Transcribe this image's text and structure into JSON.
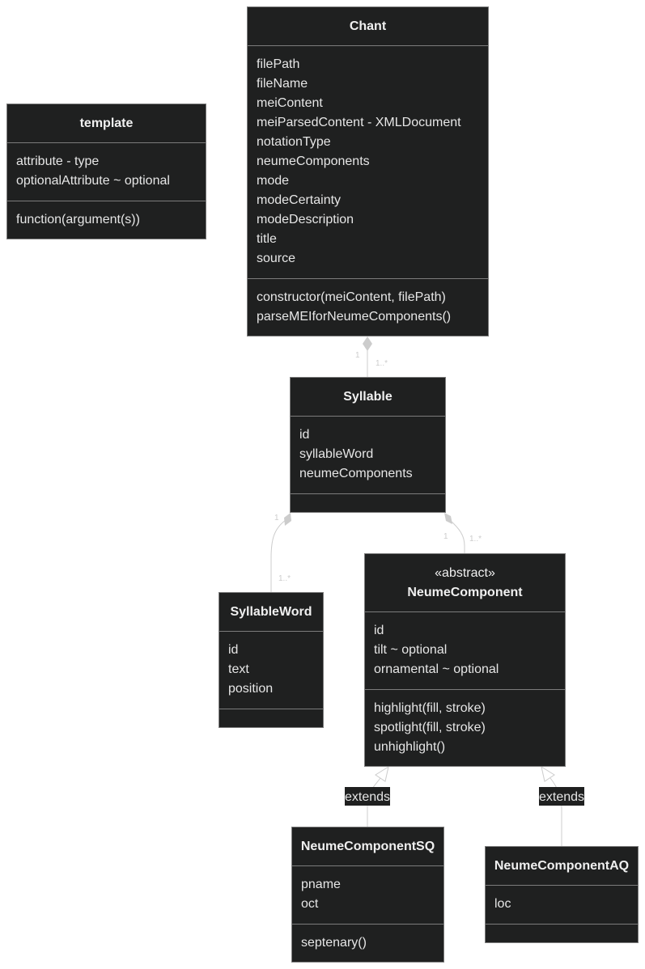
{
  "colors": {
    "box_fill": "#1f2020",
    "box_border": "#7c7c7c",
    "text": "#e6e6e6",
    "edge": "#cccccc",
    "label_bg": "#1f2020"
  },
  "classes": {
    "template": {
      "name": "template",
      "attributes": [
        "attribute - type",
        "optionalAttribute ~ optional"
      ],
      "methods": [
        "function(argument(s))"
      ]
    },
    "chant": {
      "name": "Chant",
      "attributes": [
        "filePath",
        "fileName",
        "meiContent",
        "meiParsedContent - XMLDocument",
        "notationType",
        "neumeComponents",
        "mode",
        "modeCertainty",
        "modeDescription",
        "title",
        "source"
      ],
      "methods": [
        "constructor(meiContent, filePath)",
        "parseMEIforNeumeComponents()"
      ]
    },
    "syllable": {
      "name": "Syllable",
      "attributes": [
        "id",
        "syllableWord",
        "neumeComponents"
      ],
      "methods": []
    },
    "syllable_word": {
      "name": "SyllableWord",
      "attributes": [
        "id",
        "text",
        "position"
      ],
      "methods": []
    },
    "neume_component": {
      "stereotype": "«abstract»",
      "name": "NeumeComponent",
      "attributes": [
        "id",
        "tilt ~ optional",
        "ornamental ~ optional"
      ],
      "methods": [
        "highlight(fill, stroke)",
        "spotlight(fill, stroke)",
        "unhighlight()"
      ]
    },
    "neume_component_sq": {
      "name": "NeumeComponentSQ",
      "attributes": [
        "pname",
        "oct"
      ],
      "methods": [
        "septenary()"
      ]
    },
    "neume_component_aq": {
      "name": "NeumeComponentAQ",
      "attributes": [
        "loc"
      ],
      "methods": []
    }
  },
  "relations": {
    "chant_syllable": {
      "source_mult": "1",
      "target_mult": "1..*"
    },
    "syllable_word": {
      "source_mult": "1",
      "target_mult": "1..*"
    },
    "syllable_neume": {
      "source_mult": "1",
      "target_mult": "1..*"
    },
    "sq_extends": {
      "label": "extends"
    },
    "aq_extends": {
      "label": "extends"
    }
  }
}
